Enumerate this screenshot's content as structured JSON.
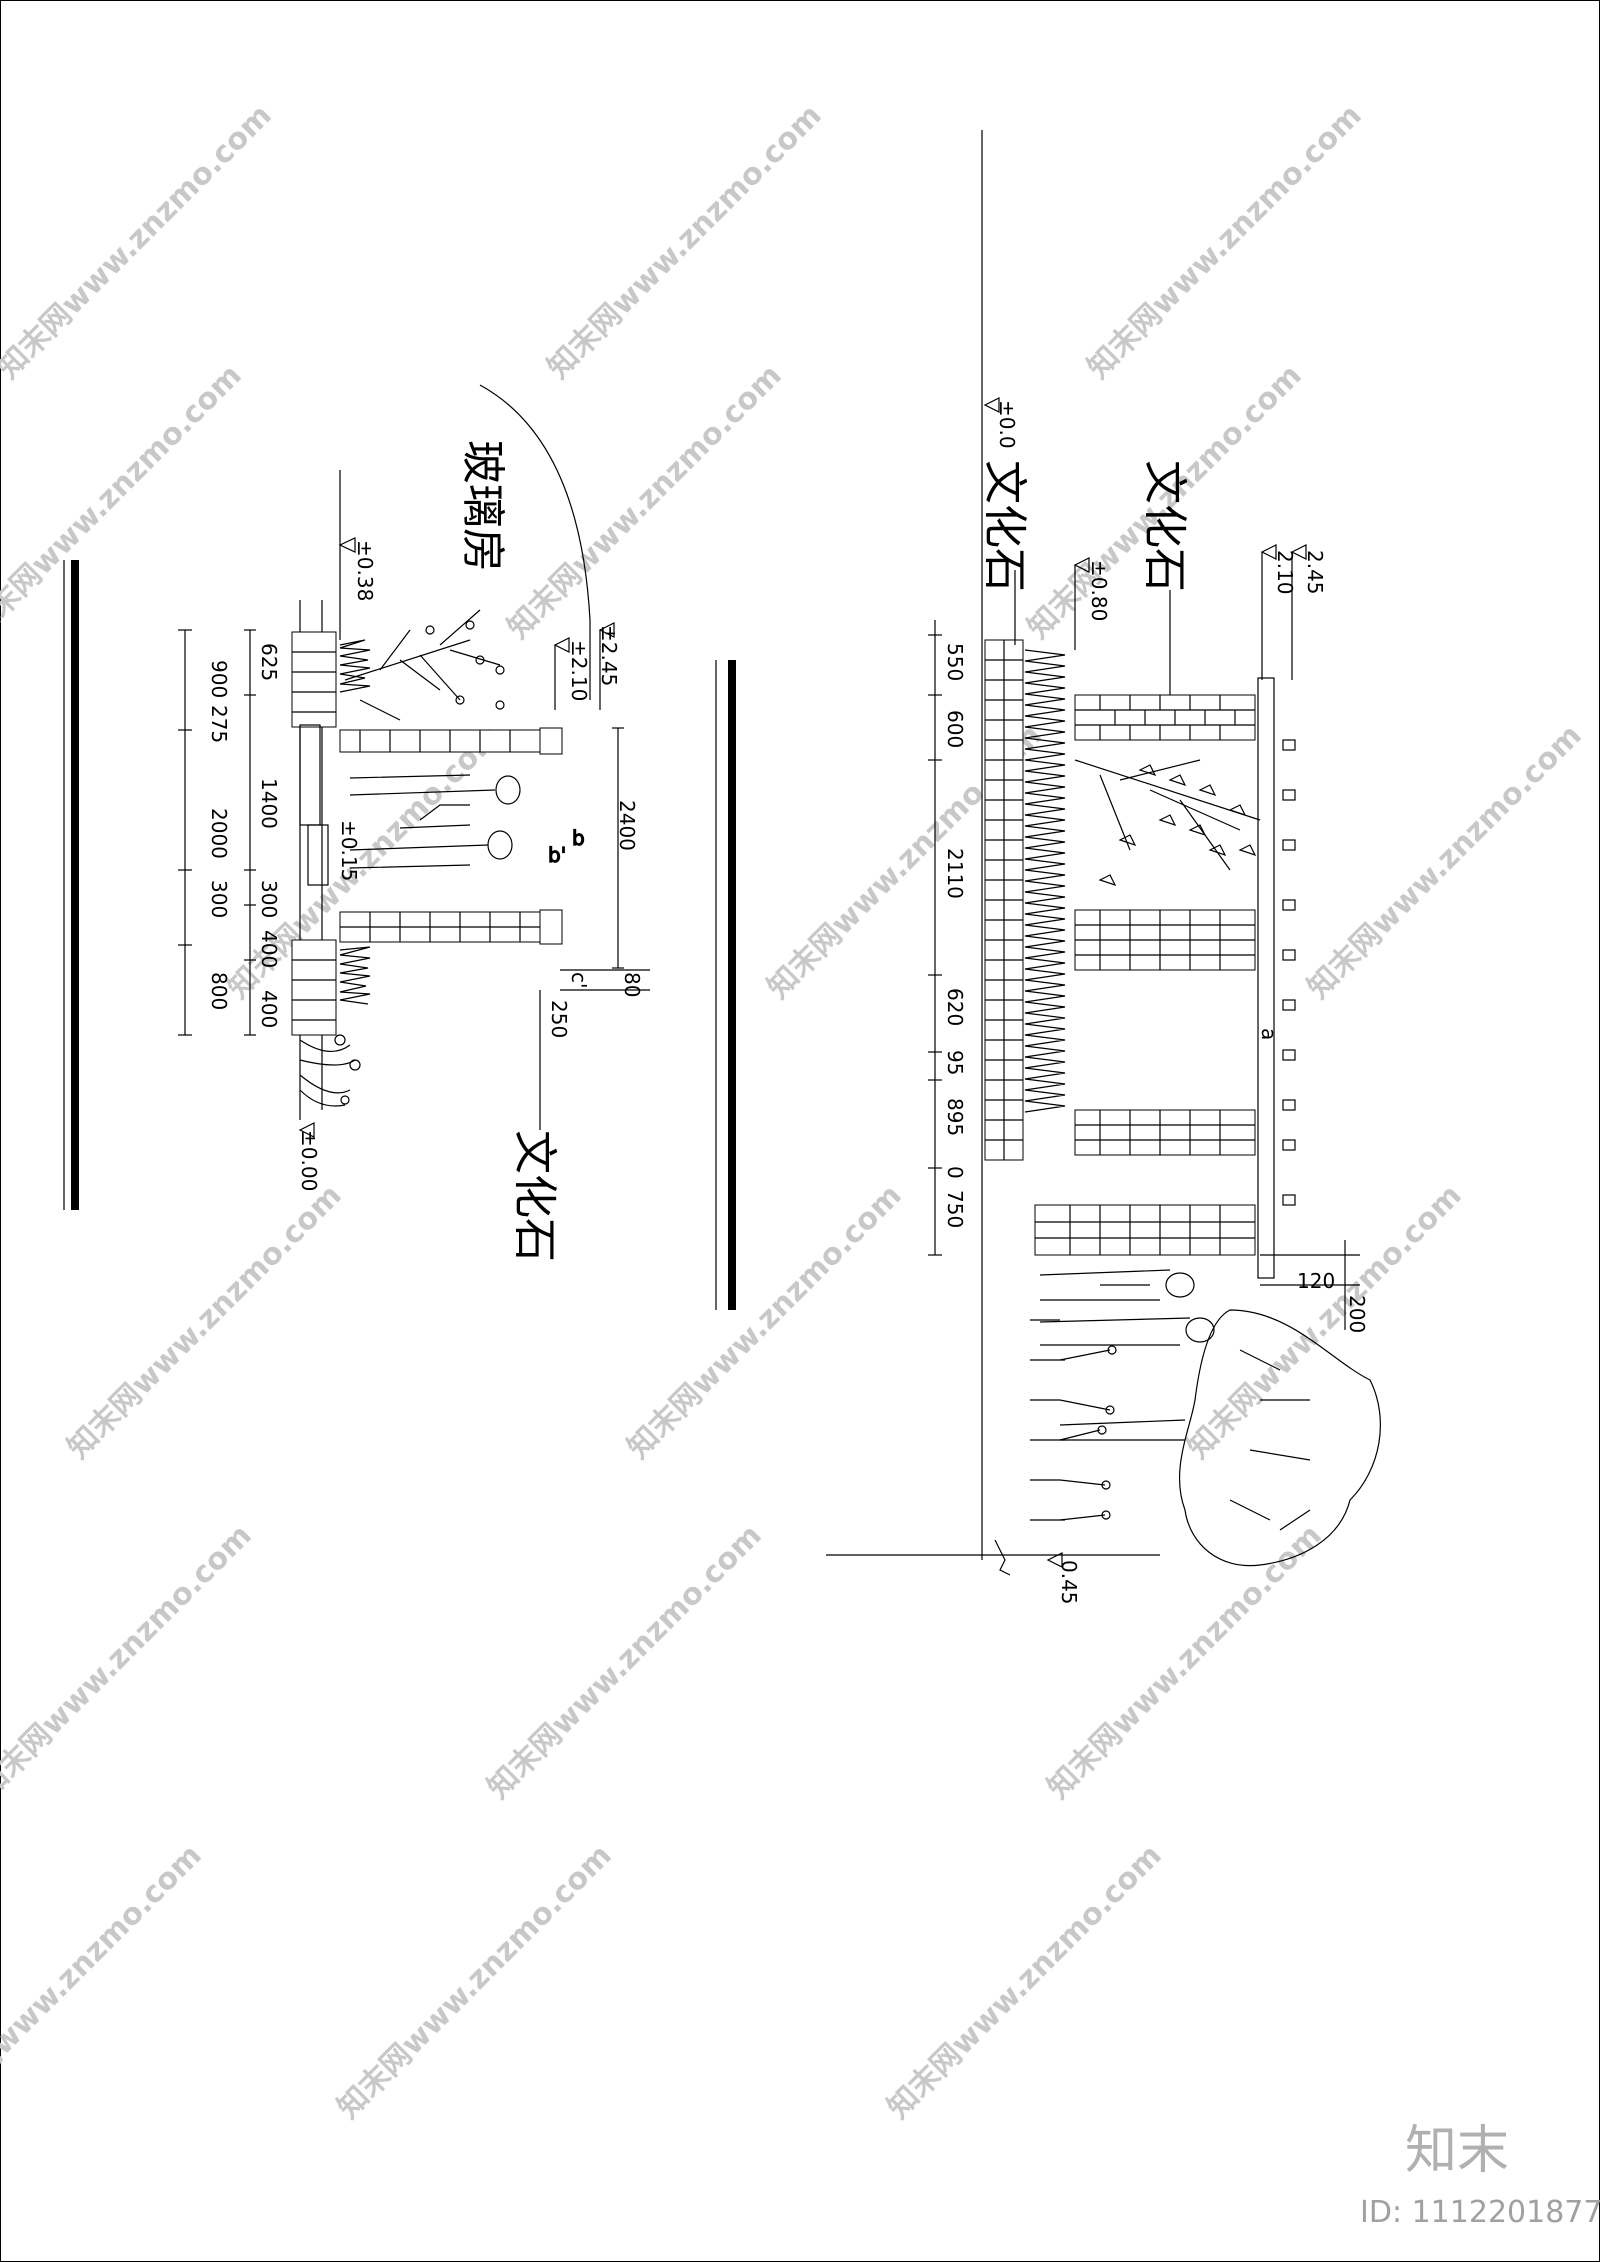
{
  "watermark": {
    "text": "知末网www.znzmo.com",
    "logo": "知末",
    "id_text": "ID: 1112201877"
  },
  "left_section": {
    "labels": {
      "glass_house": "玻璃房",
      "culture_stone": "文化石"
    },
    "elevations": [
      "±0.38",
      "±2.45",
      "±2.10",
      "±0.15",
      "±0.00"
    ],
    "dims_outer": [
      "900",
      "275",
      "2000",
      "300",
      "800"
    ],
    "dims_inner": [
      "625",
      "1400",
      "300",
      "400",
      "400"
    ],
    "dims_right": [
      "2400",
      "80",
      "250"
    ],
    "ticks": [
      "b",
      "b'",
      "c'"
    ]
  },
  "right_section": {
    "labels": {
      "culture_stone_a": "文化石",
      "culture_stone_b": "文化石"
    },
    "elevations": [
      "±0.0",
      "±0.80",
      "2.45",
      "2.10",
      "0.45"
    ],
    "dims_left": [
      "550",
      "600",
      "2110",
      "620",
      "95",
      "895",
      "0",
      "750"
    ],
    "dims_right": [
      "120",
      "200"
    ],
    "marker": "a"
  },
  "colors": {
    "line": "#000000",
    "watermark": "#c8c8c8",
    "logo": "#b0b0b0"
  }
}
